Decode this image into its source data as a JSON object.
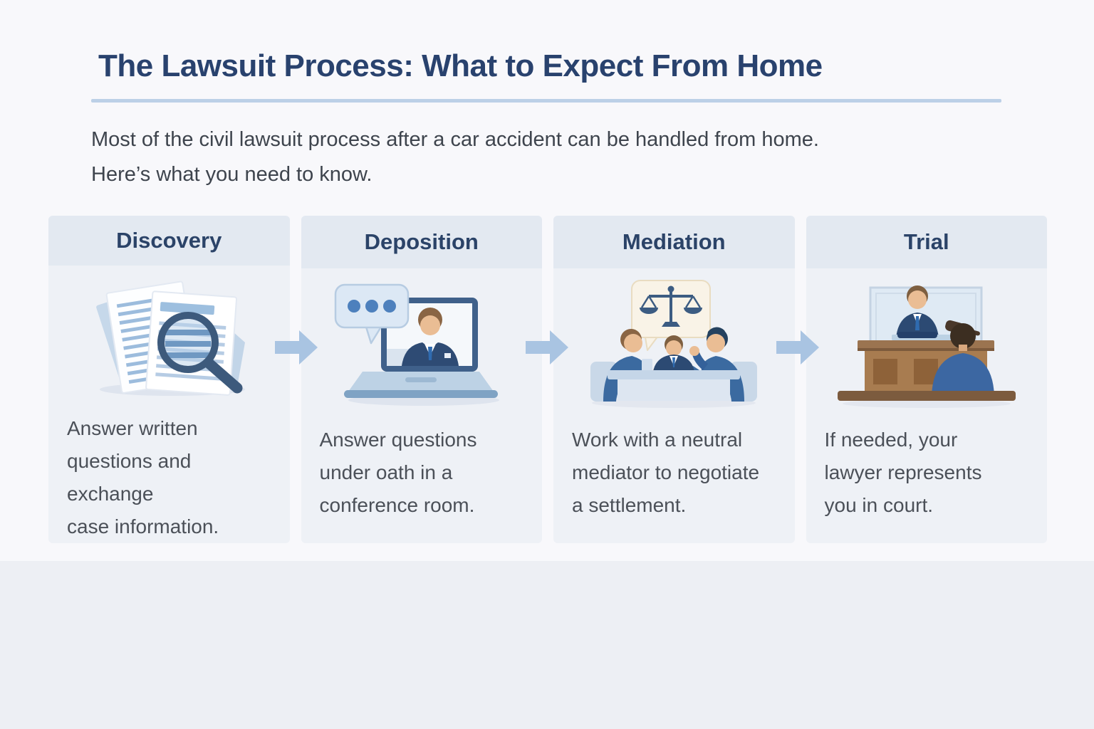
{
  "infographic": {
    "title": "The Lawsuit Process: What to Expect From Home",
    "subtitle_lines": [
      "Most of the civil lawsuit process after a car accident can be handled from home.",
      "Here’s what you need to know."
    ]
  },
  "steps": [
    {
      "title": "Discovery",
      "icon": "documents-magnifier-icon",
      "description_lines": [
        "Answer written",
        "questions and exchange",
        "case information."
      ]
    },
    {
      "title": "Deposition",
      "icon": "laptop-video-call-icon",
      "description_lines": [
        "Answer questions",
        "under oath in a",
        "conference room."
      ]
    },
    {
      "title": "Mediation",
      "icon": "mediation-meeting-icon",
      "description_lines": [
        "Work with a neutral",
        "mediator to negotiate",
        "a settlement."
      ]
    },
    {
      "title": "Trial",
      "icon": "courtroom-judge-icon",
      "description_lines": [
        "If needed, your",
        "lawyer represents",
        "you in court."
      ]
    }
  ],
  "flow": {
    "arrow_icon": "right-arrow-icon",
    "arrow_count": 3
  },
  "colors": {
    "title_text": "#29426e",
    "step_title_text": "#2b4368",
    "body_text": "#4b5058",
    "column_background": "#eef1f6",
    "column_header_background": "#e3e9f1",
    "arrow": "#a9c4e2",
    "title_underline": "#bcd0e7",
    "page_background": "#f8f8fb",
    "footer_background": "#edeff4"
  }
}
